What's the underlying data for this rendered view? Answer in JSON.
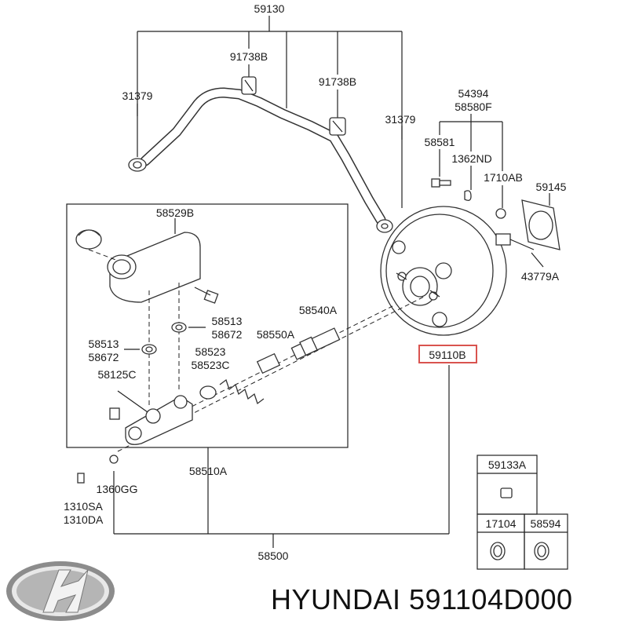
{
  "labels": {
    "l59130": "59130",
    "l91738B_a": "91738B",
    "l91738B_b": "91738B",
    "l31379_a": "31379",
    "l31379_b": "31379",
    "l54394": "54394",
    "l58580F": "58580F",
    "l58581": "58581",
    "l1362ND": "1362ND",
    "l1710AB": "1710AB",
    "l59145": "59145",
    "l43779A": "43779A",
    "l58529B": "58529B",
    "l58513_a": "58513",
    "l58672_a": "58672",
    "l58540A": "58540A",
    "l58550A": "58550A",
    "l58513_b": "58513",
    "l58672_b": "58672",
    "l58523": "58523",
    "l58523C": "58523C",
    "l58125C": "58125C",
    "l59110B": "59110B",
    "l58510A": "58510A",
    "l1360GG": "1360GG",
    "l1310SA": "1310SA",
    "l1310DA": "1310DA",
    "l58500": "58500",
    "l59133A": "59133A",
    "l17104": "17104",
    "l58594": "58594"
  },
  "highlight_color": "#d9534f",
  "brand": {
    "logo_icon": "hyundai-logo",
    "part_text": "HYUNDAI 591104D000"
  }
}
